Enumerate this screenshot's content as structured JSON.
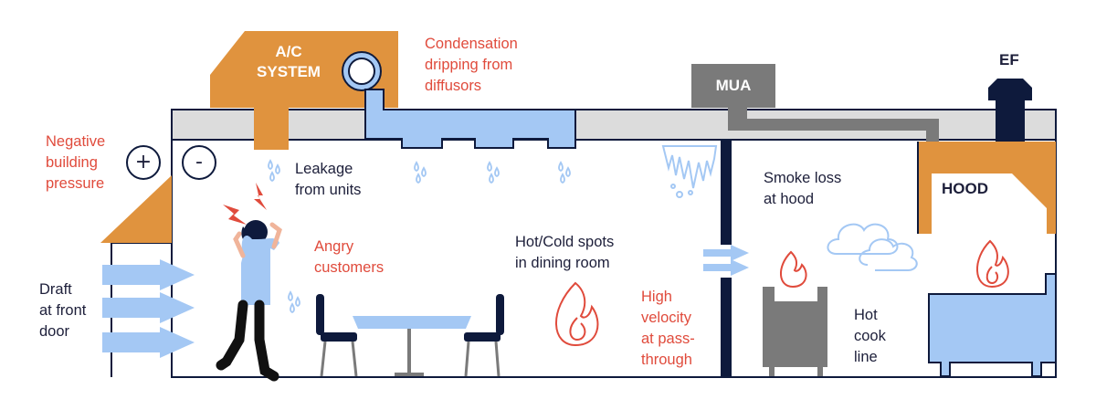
{
  "colors": {
    "navy": "#0e1a3c",
    "orange": "#e0933e",
    "blue": "#a4c8f4",
    "red": "#e04b3c",
    "gray_roof": "#dcdcdc",
    "gray_unit": "#7a7a7a"
  },
  "units": {
    "ac_system": "A/C\nSYSTEM",
    "mua": "MUA",
    "ef": "EF",
    "hood": "HOOD"
  },
  "signs": {
    "plus": "+",
    "minus": "-"
  },
  "labels": {
    "negative_pressure": "Negative\nbuilding\npressure",
    "condensation": "Condensation\ndripping from\ndiffusors",
    "leakage": "Leakage\nfrom units",
    "angry": "Angry\ncustomers",
    "hot_cold": "Hot/Cold spots\nin dining room",
    "high_velocity": "High\nvelocity\nat pass-\nthrough",
    "smoke_loss": "Smoke loss\nat hood",
    "hot_cook": "Hot\ncook\nline",
    "draft": "Draft\nat front\ndoor"
  },
  "icons": [
    "arrow-icon",
    "water-drop-icon",
    "flame-icon",
    "cloud-icon",
    "lightning-icon",
    "icicle-icon",
    "chair-icon",
    "table-icon",
    "person-icon"
  ]
}
